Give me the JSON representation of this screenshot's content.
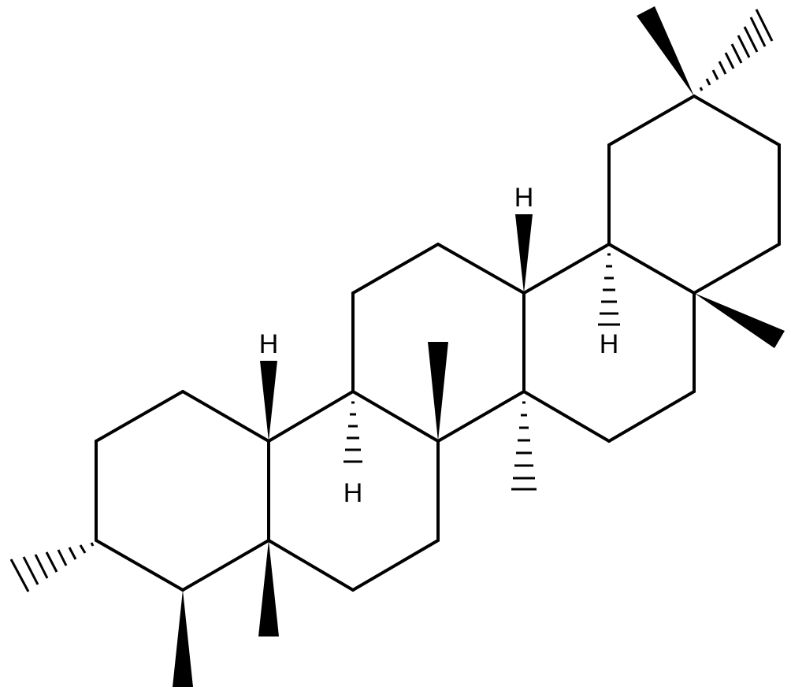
{
  "diagram": {
    "labels": [
      "H",
      "H",
      "H",
      "H"
    ],
    "colors": {
      "stroke": "#000000",
      "background": "#ffffff"
    }
  }
}
